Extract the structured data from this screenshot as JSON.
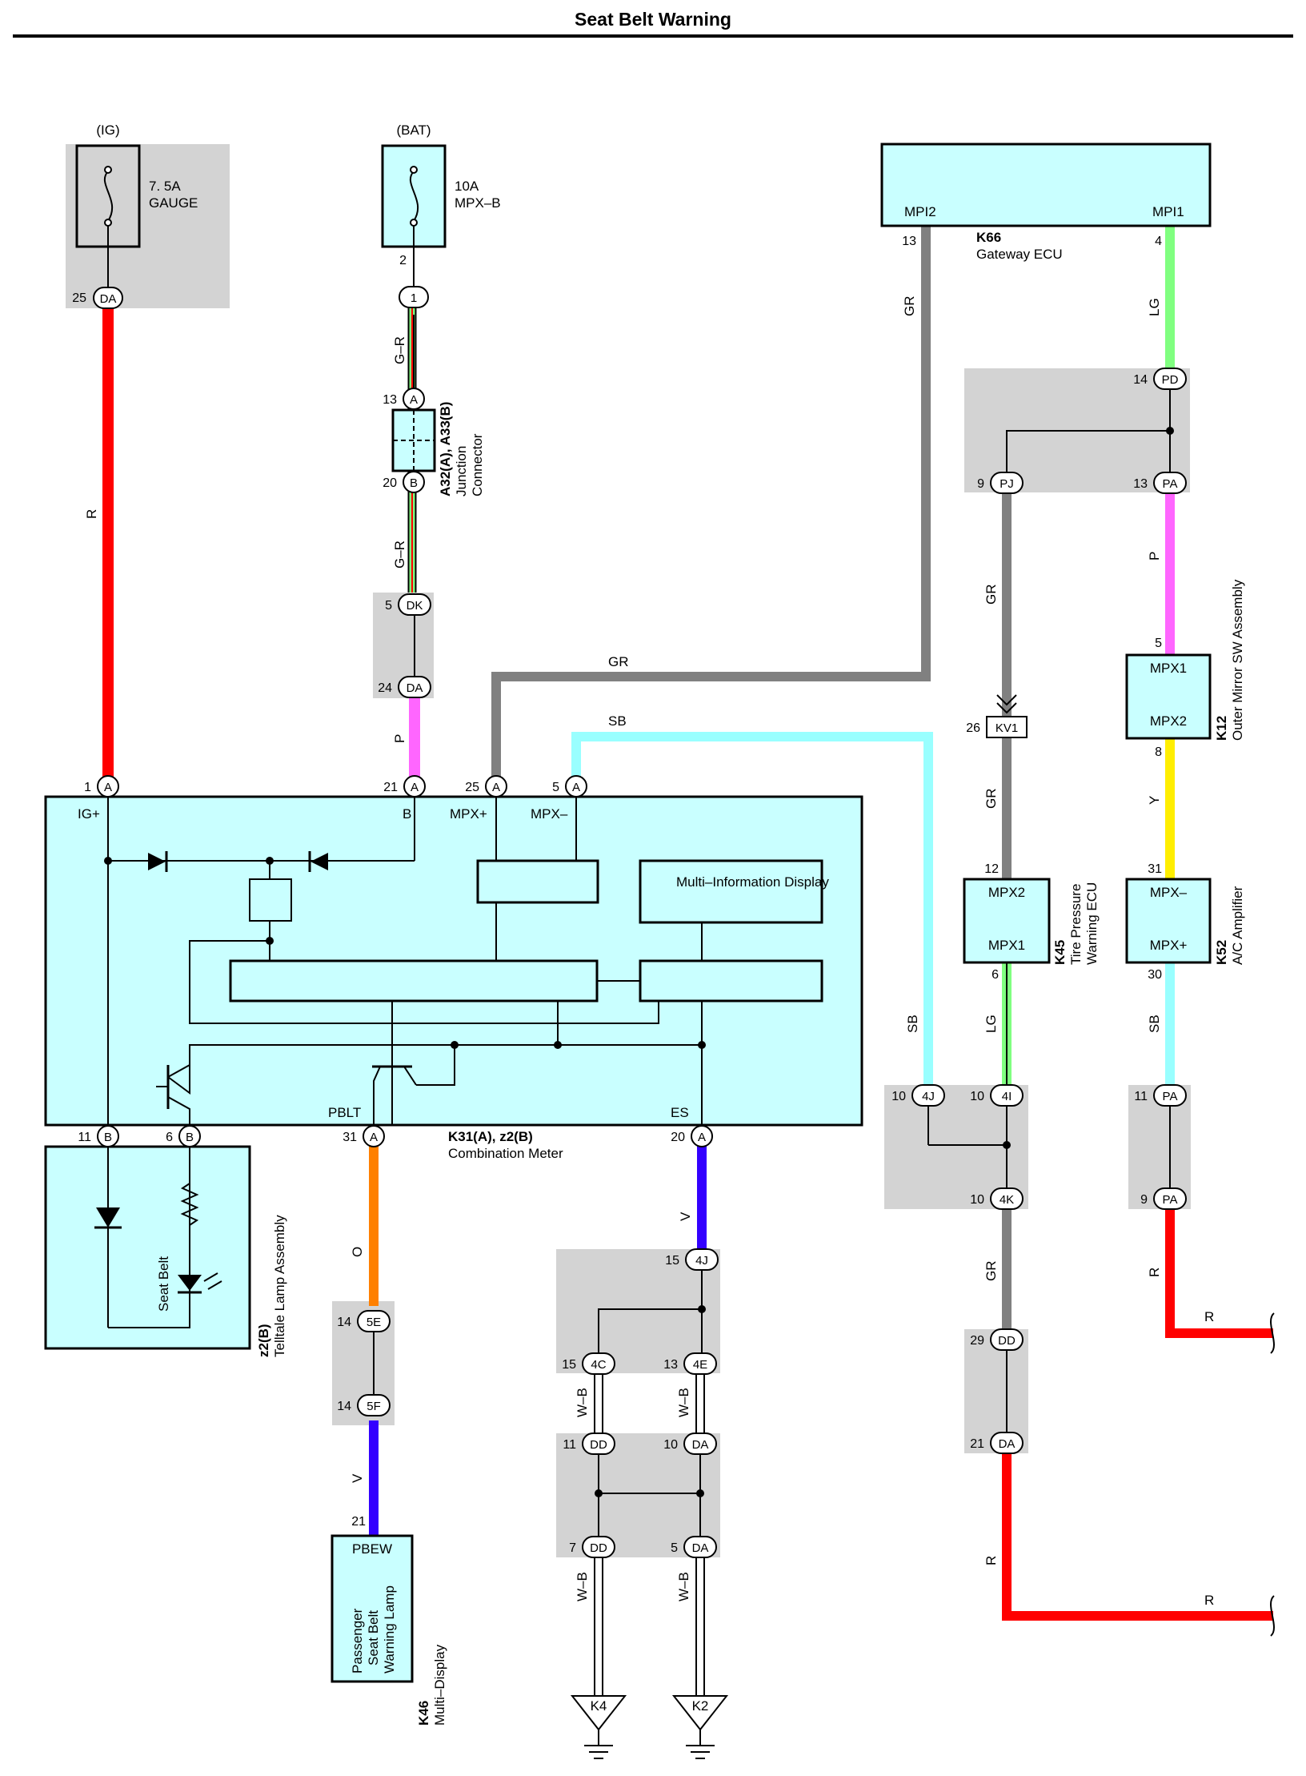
{
  "title": "Seat Belt Warning",
  "colors": {
    "red": "#ff0000",
    "gray": "#808080",
    "green": "#80ff80",
    "pink": "#ff66ff",
    "sky": "#99ffff",
    "orange": "#ff8000",
    "violet": "#3300ff",
    "yellow": "#ffee00",
    "box_fill": "#c9ffff",
    "shade": "#d3d3d3"
  },
  "fuses": {
    "gauge": {
      "source": "(IG)",
      "rating": "7. 5A",
      "name": "GAUGE"
    },
    "mpxb": {
      "source": "(BAT)",
      "rating": "10A",
      "name": "MPX–B"
    }
  },
  "components": {
    "gateway": {
      "code": "K66",
      "name": "Gateway ECU",
      "pin_left": "MPI2",
      "pin_right": "MPI1"
    },
    "junction": {
      "code": "A32(A), A33(B)",
      "name_line1": "Junction",
      "name_line2": "Connector"
    },
    "mirror": {
      "code": "K12",
      "name": "Outer Mirror SW Assembly",
      "pin_top": "MPX1",
      "pin_bottom": "MPX2"
    },
    "tpms": {
      "code": "K45",
      "name_line1": "Tire Pressure",
      "name_line2": "Warning ECU",
      "pin_top": "MPX2",
      "pin_bottom": "MPX1"
    },
    "ac": {
      "code": "K52",
      "name": "A/C Amplifier",
      "pin_top": "MPX–",
      "pin_bottom": "MPX+"
    },
    "meter": {
      "code": "K31(A), z2(B)",
      "name": "Combination Meter",
      "pins": {
        "ig": "IG+",
        "b": "B",
        "mpxp": "MPX+",
        "mpxm": "MPX–",
        "pblt": "PBLT",
        "es": "ES"
      },
      "mid": "Multi–Information Display"
    },
    "telltale": {
      "code": "z2(B)",
      "name": "Telltale Lamp Assembly",
      "lamp": "Seat Belt"
    },
    "multidisplay": {
      "code": "K46",
      "name": "Multi–Display",
      "pin": "PBEW",
      "lamp_line1": "Passenger",
      "lamp_line2": "Seat Belt",
      "lamp_line3": "Warning Lamp"
    }
  },
  "wire_colors": {
    "r": "R",
    "gr_g": "G–R",
    "p": "P",
    "gr": "GR",
    "lg": "LG",
    "sb": "SB",
    "o": "O",
    "v": "V",
    "y": "Y",
    "wb": "W–B"
  },
  "grounds": {
    "left": "K4",
    "right": "K2"
  },
  "connectors": {
    "c_da_top": {
      "pin": "25",
      "code": "DA"
    },
    "c_1": {
      "pin": "2",
      "code": "1"
    },
    "c_13a": {
      "pin": "13",
      "code": "A"
    },
    "c_20b": {
      "pin": "20",
      "code": "B"
    },
    "c_5dk": {
      "pin": "5",
      "code": "DK"
    },
    "c_24da": {
      "pin": "24",
      "code": "DA"
    },
    "m_1a": {
      "pin": "1",
      "code": "A"
    },
    "m_21a": {
      "pin": "21",
      "code": "A"
    },
    "m_25a": {
      "pin": "25",
      "code": "A"
    },
    "m_5a": {
      "pin": "5",
      "code": "A"
    },
    "m_11b": {
      "pin": "11",
      "code": "B"
    },
    "m_6b": {
      "pin": "6",
      "code": "B"
    },
    "m_31a": {
      "pin": "31",
      "code": "A"
    },
    "m_20a": {
      "pin": "20",
      "code": "A"
    },
    "gw_13": {
      "pin": "13"
    },
    "gw_4": {
      "pin": "4"
    },
    "c_14pd": {
      "pin": "14",
      "code": "PD"
    },
    "c_9pj": {
      "pin": "9",
      "code": "PJ"
    },
    "c_13pa": {
      "pin": "13",
      "code": "PA"
    },
    "mir_5": {
      "pin": "5"
    },
    "mir_8": {
      "pin": "8"
    },
    "c_26kv1": {
      "pin": "26",
      "code": "KV1"
    },
    "tp_12": {
      "pin": "12"
    },
    "tp_6": {
      "pin": "6"
    },
    "ac_31": {
      "pin": "31"
    },
    "ac_30": {
      "pin": "30"
    },
    "c_10_4j": {
      "pin": "10",
      "code": "4J"
    },
    "c_10_4i": {
      "pin": "10",
      "code": "4I"
    },
    "c_10_4k": {
      "pin": "10",
      "code": "4K"
    },
    "c_11pa": {
      "pin": "11",
      "code": "PA"
    },
    "c_9pa": {
      "pin": "9",
      "code": "PA"
    },
    "c_29dd": {
      "pin": "29",
      "code": "DD"
    },
    "c_21da": {
      "pin": "21",
      "code": "DA"
    },
    "c_14_5e": {
      "pin": "14",
      "code": "5E"
    },
    "c_14_5f": {
      "pin": "14",
      "code": "5F"
    },
    "md_21": {
      "pin": "21"
    },
    "c_15_4j": {
      "pin": "15",
      "code": "4J"
    },
    "c_15_4c": {
      "pin": "15",
      "code": "4C"
    },
    "c_13_4e": {
      "pin": "13",
      "code": "4E"
    },
    "c_11dd": {
      "pin": "11",
      "code": "DD"
    },
    "c_10da": {
      "pin": "10",
      "code": "DA"
    },
    "c_7dd": {
      "pin": "7",
      "code": "DD"
    },
    "c_5da": {
      "pin": "5",
      "code": "DA"
    }
  }
}
